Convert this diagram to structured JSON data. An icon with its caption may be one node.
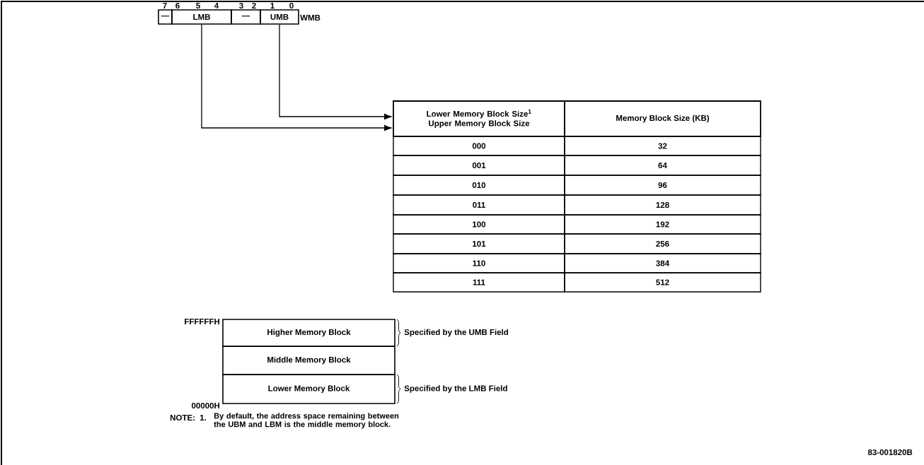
{
  "diagram": {
    "nodes": [
      {
        "text": [
          "—"
        ]
      },
      {
        "text": [
          "LMB"
        ]
      },
      {
        "text": [
          "—"
        ]
      },
      {
        "text": [
          "UMB"
        ]
      },
      {
        "text": [
          "Lower Memory Block Size$^{1}$ Upper Memory Block Size"
        ]
      },
      {
        "text": [
          "Higher Memory Block"
        ],
        "beside": [
          "Specified by the UMB Field"
        ]
      },
      {
        "text": [
          "Middle Memory Block"
        ]
      },
      {
        "text": [
          "Lower Memory Block"
        ],
        "beside": [
          "Specified by the LMB Field"
        ]
      }
    ],
    "edges": [
      {
        "from": 3,
        "to": 4,
        "arrow": "to"
      },
      {
        "from": 1,
        "to": 4,
        "arrow": "to"
      }
    ],
    "labels": [
      "7",
      "6",
      "5",
      "4",
      "3",
      "2",
      "1",
      "0",
      "WMB",
      "Memory Block Size (KB)",
      "000",
      "32",
      "001",
      "64",
      "010",
      "96",
      "011",
      "128",
      "100",
      "192",
      "101",
      "256",
      "110",
      "384",
      "111",
      "512",
      "FFFFFFH",
      "00000H",
      "NOTE:",
      "1.",
      "By default, the address space remaining between the UBM and LBM is the middle memory block.",
      "83-001820B"
    ]
  }
}
